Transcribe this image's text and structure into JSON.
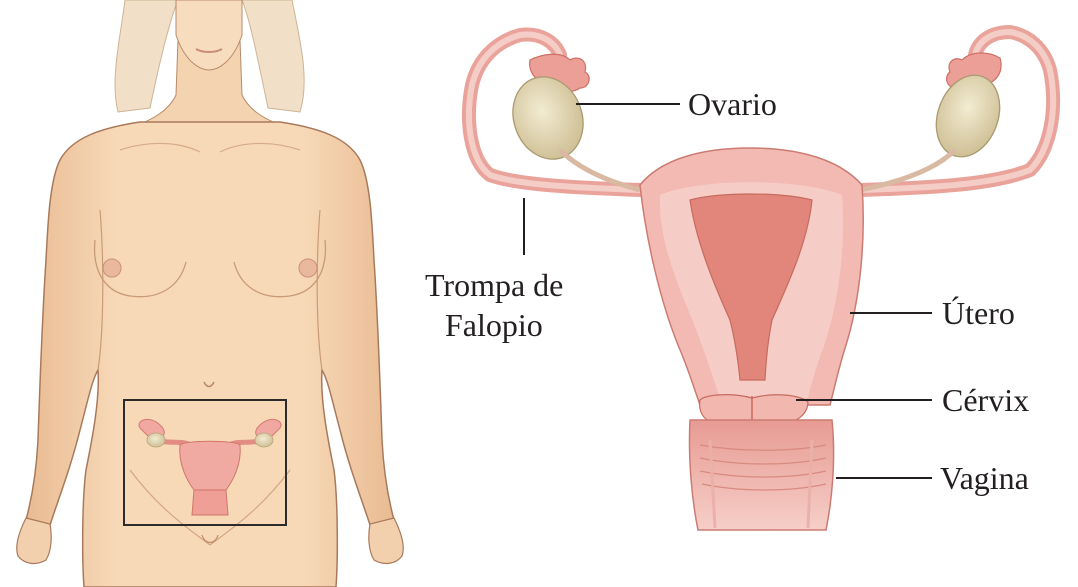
{
  "labels": {
    "ovario": "Ovario",
    "trompa_line1": "Trompa de",
    "trompa_line2": "Falopio",
    "utero": "Útero",
    "cervix": "Cérvix",
    "vagina": "Vagina"
  },
  "colors": {
    "skin": "#f6d6b4",
    "skin_shadow": "#e7b98f",
    "hair": "#f0dcc3",
    "outline": "#9a6f55",
    "tissue": "#f2b3ac",
    "tissue_light": "#f7d1cb",
    "tissue_dark": "#e07d74",
    "ovary": "#e8ddb9",
    "inset_box": "#2b2b2b",
    "leader": "#231f20"
  }
}
